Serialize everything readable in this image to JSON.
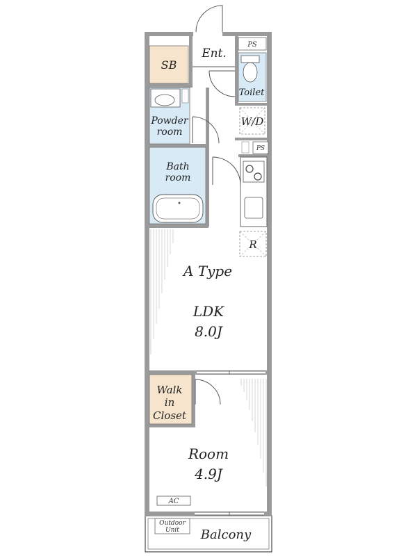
{
  "rooms": {
    "entrance": "Ent.",
    "shoe_box": "SB",
    "toilet": "Toilet",
    "washer_space": "W/D",
    "powder_room_line1": "Powder",
    "powder_room_line2": "room",
    "bath_room_line1": "Bath",
    "bath_room_line2": "room",
    "refrigerator": "R",
    "type_label": "A Type",
    "ldk_name": "LDK",
    "ldk_size": "8.0J",
    "closet_line1": "Walk",
    "closet_line2": "in",
    "closet_line3": "Closet",
    "room_name": "Room",
    "room_size": "4.9J",
    "ac": "AC",
    "outdoor_unit_line1": "Outdoor",
    "outdoor_unit_line2": "Unit",
    "balcony": "Balcony",
    "pipe_space": "PS",
    "pipe_space_small": "PS"
  },
  "colors": {
    "storage": "#f6e4cd",
    "wet_area": "#d8eaf6",
    "wall": "#9a9a9a"
  }
}
